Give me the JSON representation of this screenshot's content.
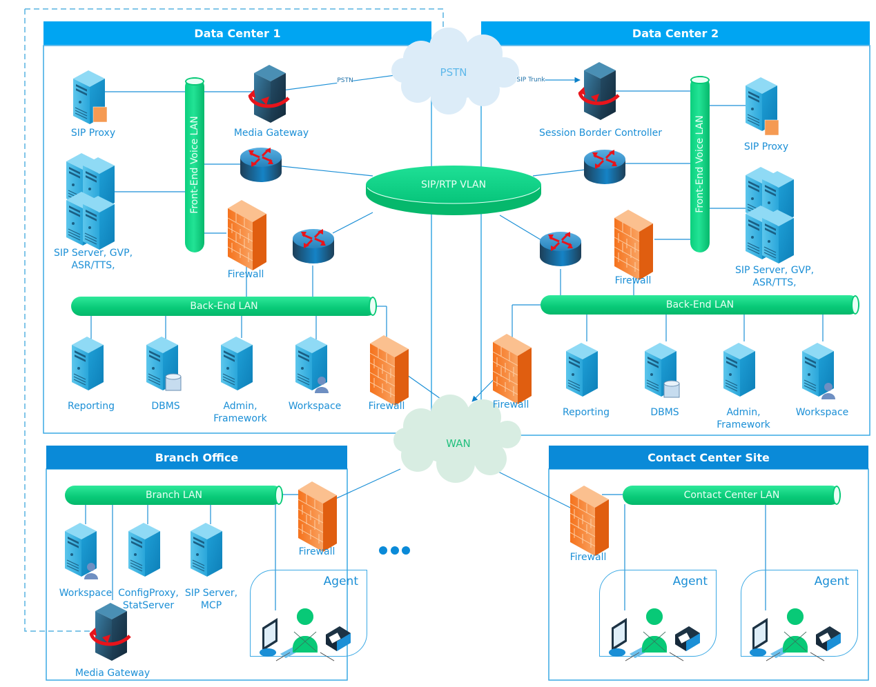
{
  "colors": {
    "header_light": "#00a5f2",
    "header_dark": "#0a8ad8",
    "lan_green": "#08c977",
    "label_blue": "#1b8fd6",
    "cloud_pstn": "#dcecf8",
    "cloud_wan": "#d8ede2",
    "firewall_orange": "#f47b20",
    "connector_red": "#e8141b"
  },
  "sites": {
    "dc1": {
      "title": "Data Center 1",
      "lan_front": "Front-End Voice LAN",
      "lan_back": "Back-End LAN",
      "nodes": {
        "sip_proxy": "SIP Proxy",
        "media_gateway": "Media Gateway",
        "sip_server": "SIP Server, GVP,\nASR/TTS,",
        "firewall_front": "Firewall",
        "reporting": "Reporting",
        "dbms": "DBMS",
        "admin": "Admin,\nFramework",
        "workspace": "Workspace",
        "firewall_back": "Firewall"
      }
    },
    "dc2": {
      "title": "Data Center 2",
      "lan_front": "Front-End Voice LAN",
      "lan_back": "Back-End LAN",
      "nodes": {
        "sbc": "Session Border Controller",
        "sip_proxy": "SIP Proxy",
        "sip_server": "SIP Server, GVP,\nASR/TTS,",
        "firewall_front": "Firewall",
        "firewall_back": "Firewall",
        "reporting": "Reporting",
        "dbms": "DBMS",
        "admin": "Admin,\nFramework",
        "workspace": "Workspace"
      }
    },
    "branch": {
      "title": "Branch Office",
      "lan": "Branch LAN",
      "nodes": {
        "firewall": "Firewall",
        "workspace": "Workspace",
        "configproxy": "ConfigProxy,\nStatServer",
        "sip_server": "SIP Server,\nMCP",
        "media_gateway": "Media Gateway",
        "agent": "Agent"
      }
    },
    "contact_center": {
      "title": "Contact Center Site",
      "lan": "Contact Center LAN",
      "nodes": {
        "firewall": "Firewall",
        "agent1": "Agent",
        "agent2": "Agent"
      }
    }
  },
  "networks": {
    "pstn": "PSTN",
    "wan": "WAN",
    "sip_rtp_vlan": "SIP/RTP VLAN"
  },
  "links": {
    "pstn_to_mg": "PSTN",
    "pstn_to_sbc": "SIP Trunk"
  }
}
